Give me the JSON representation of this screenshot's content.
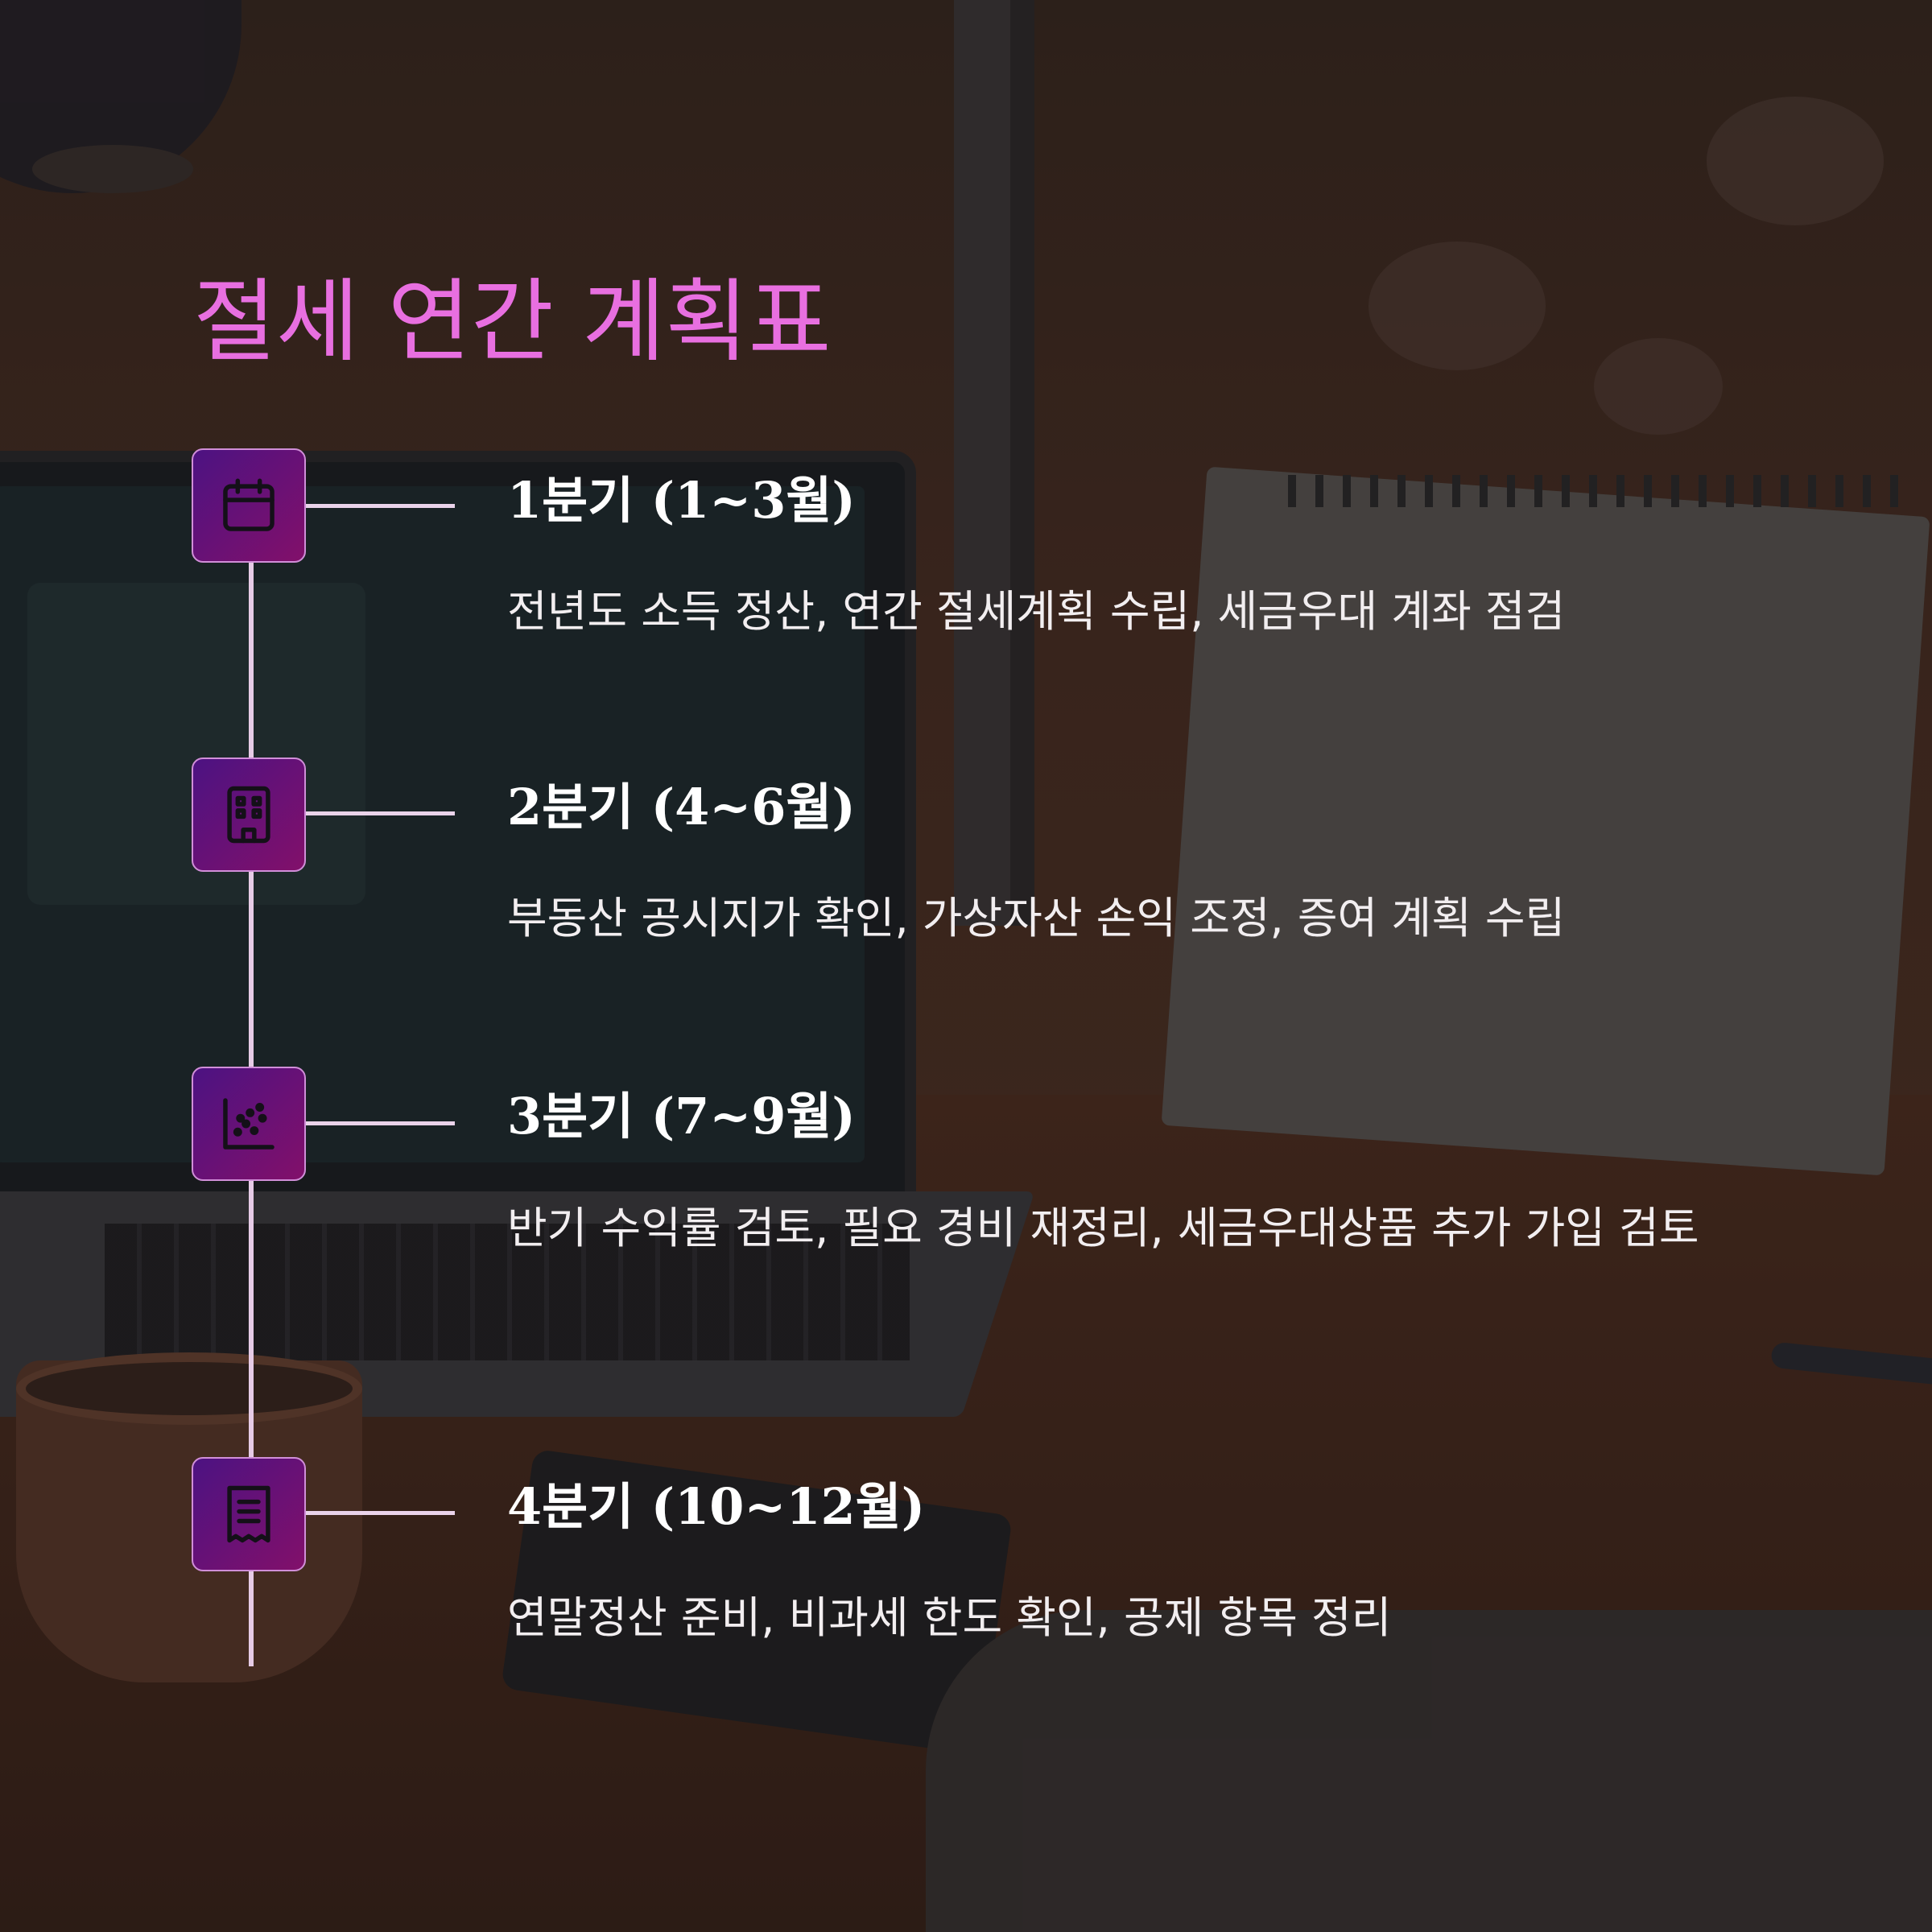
{
  "page": {
    "title": "절세 연간 계획표",
    "accent_color": "#e86fe0",
    "icon_gradient": [
      "#4c1282",
      "#82106a"
    ]
  },
  "timeline": [
    {
      "icon": "calendar-icon",
      "title": "1분기 (1~3월)",
      "description": "전년도 소득 정산, 연간 절세계획 수립, 세금우대 계좌 점검"
    },
    {
      "icon": "building-icon",
      "title": "2분기 (4~6월)",
      "description": "부동산 공시지가 확인, 가상자산 손익 조정, 증여 계획 수립"
    },
    {
      "icon": "scatter-chart-icon",
      "title": "3분기 (7~9월)",
      "description": "반기 수익률 검토, 필요 경비 재정리, 세금우대상품 추가 가입 검토"
    },
    {
      "icon": "receipt-icon",
      "title": "4분기 (10~12월)",
      "description": "연말정산 준비, 비과세 한도 확인, 공제 항목 정리"
    }
  ]
}
